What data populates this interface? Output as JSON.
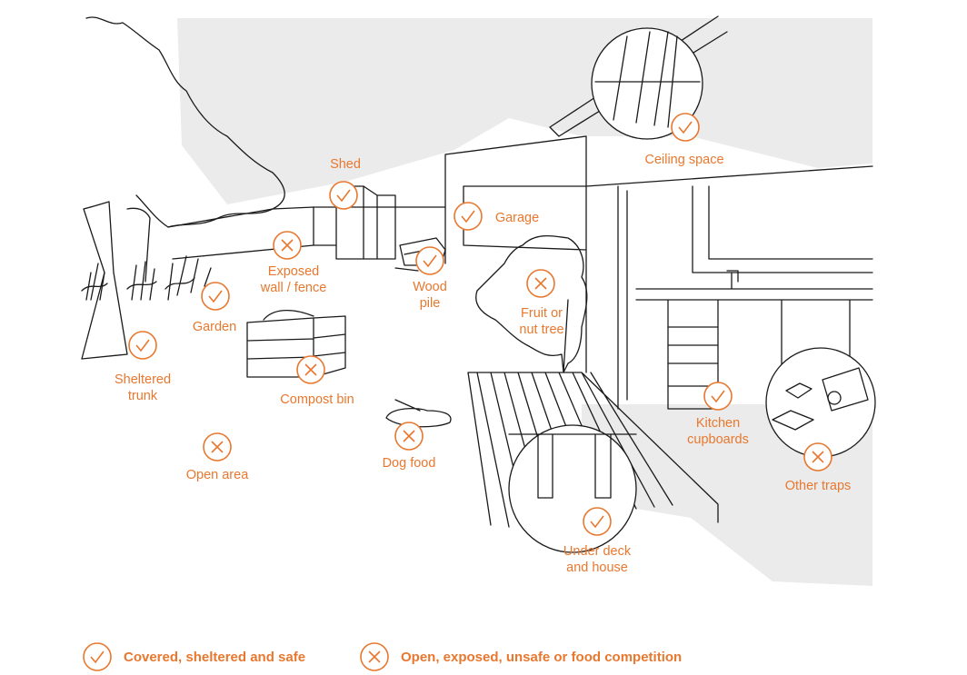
{
  "colors": {
    "accent": "#e8782f",
    "line": "#1a1a1a",
    "shade": "#ebebeb"
  },
  "markers": [
    {
      "id": "ceiling-space",
      "label": "Ceiling space",
      "status": "safe",
      "icon": "check-circle-icon"
    },
    {
      "id": "shed",
      "label": "Shed",
      "status": "safe",
      "icon": "check-circle-icon"
    },
    {
      "id": "garage",
      "label": "Garage",
      "status": "safe",
      "icon": "check-circle-icon"
    },
    {
      "id": "exposed-wall-fence",
      "label": "Exposed\nwall / fence",
      "status": "unsafe",
      "icon": "cross-circle-icon"
    },
    {
      "id": "wood-pile",
      "label": "Wood\npile",
      "status": "safe",
      "icon": "check-circle-icon"
    },
    {
      "id": "fruit-or-nut-tree",
      "label": "Fruit or\nnut tree",
      "status": "unsafe",
      "icon": "cross-circle-icon"
    },
    {
      "id": "garden",
      "label": "Garden",
      "status": "safe",
      "icon": "check-circle-icon"
    },
    {
      "id": "sheltered-trunk",
      "label": "Sheltered\ntrunk",
      "status": "safe",
      "icon": "check-circle-icon"
    },
    {
      "id": "compost-bin",
      "label": "Compost bin",
      "status": "unsafe",
      "icon": "cross-circle-icon"
    },
    {
      "id": "dog-food",
      "label": "Dog food",
      "status": "unsafe",
      "icon": "cross-circle-icon"
    },
    {
      "id": "open-area",
      "label": "Open area",
      "status": "unsafe",
      "icon": "cross-circle-icon"
    },
    {
      "id": "kitchen-cupboards",
      "label": "Kitchen\ncupboards",
      "status": "safe",
      "icon": "check-circle-icon"
    },
    {
      "id": "other-traps",
      "label": "Other traps",
      "status": "unsafe",
      "icon": "cross-circle-icon"
    },
    {
      "id": "under-deck-and-house",
      "label": "Under deck\nand house",
      "status": "safe",
      "icon": "check-circle-icon"
    }
  ],
  "legend": {
    "safe": "Covered, sheltered and safe",
    "unsafe": "Open, exposed, unsafe or food competition"
  }
}
